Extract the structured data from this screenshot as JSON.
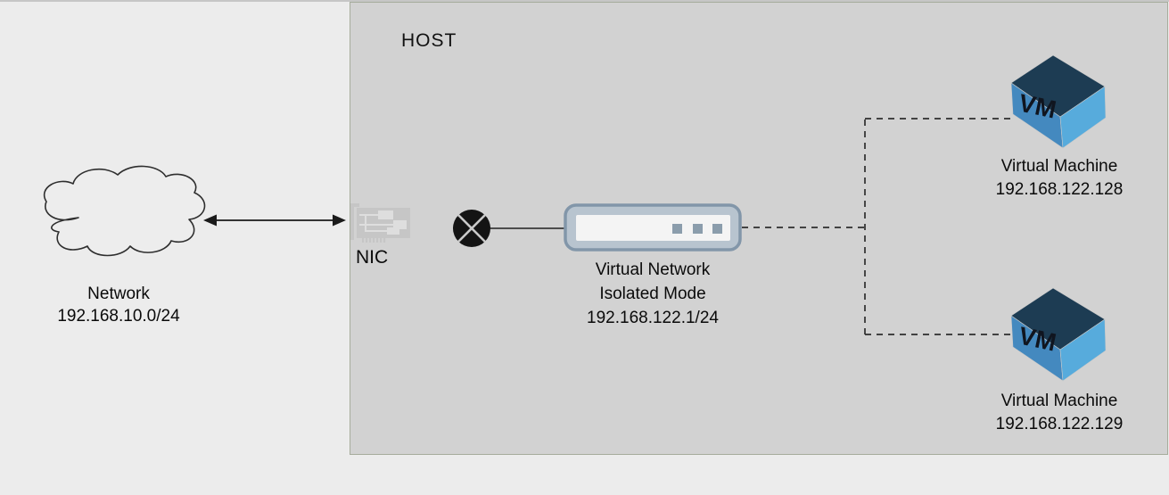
{
  "host": {
    "label": "HOST"
  },
  "network": {
    "name": "Network",
    "subnet": "192.168.10.0/24"
  },
  "nic": {
    "label": "NIC"
  },
  "virtual_network": {
    "name": "Virtual Network",
    "mode": "Isolated Mode",
    "subnet": "192.168.122.1/24"
  },
  "vms": [
    {
      "badge": "VM",
      "name": "Virtual Machine",
      "ip": "192.168.122.128"
    },
    {
      "badge": "VM",
      "name": "Virtual Machine",
      "ip": "192.168.122.129"
    }
  ],
  "colors": {
    "background": "#ececec",
    "host_fill": "#d2d2d2",
    "host_border": "#a6ac9c",
    "switch_border": "#8296a9",
    "switch_fill": "#b8c4cf",
    "switch_panel": "#f4f4f4",
    "switch_port": "#8b9dac",
    "cube_top": "#1d3c53",
    "cube_left": "#4489bf",
    "cube_right": "#57abdc",
    "nic_card": "#c6c6c6",
    "nic_detail": "#dedede",
    "blocked_circle": "#141414",
    "line": "#2e2e2e"
  }
}
